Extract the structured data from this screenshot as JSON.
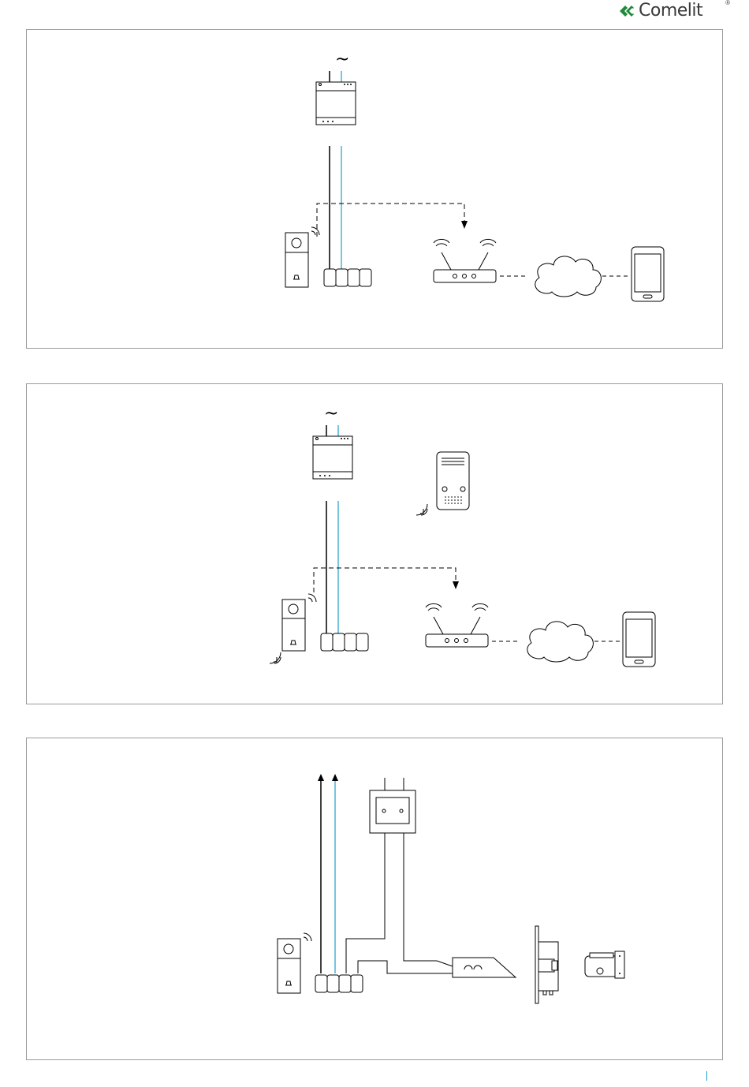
{
  "brand": {
    "name": "Comelit",
    "registered": "®",
    "accent": "#1aa0c8",
    "logo_icon": "comelit-mark-icon"
  },
  "panels": [
    {
      "id": 1,
      "components": [
        "power-supply",
        "doorbell-unit",
        "terminal-block",
        "wifi-router",
        "cloud",
        "smartphone"
      ]
    },
    {
      "id": 2,
      "components": [
        "power-supply",
        "chime-unit",
        "doorbell-unit",
        "terminal-block",
        "wifi-router",
        "cloud",
        "smartphone"
      ]
    },
    {
      "id": 3,
      "components": [
        "doorbell-unit",
        "terminal-block",
        "relay-socket",
        "lock-release-button",
        "electric-strike",
        "electric-lock"
      ]
    }
  ],
  "symbols": {
    "ac_supply": "~"
  }
}
